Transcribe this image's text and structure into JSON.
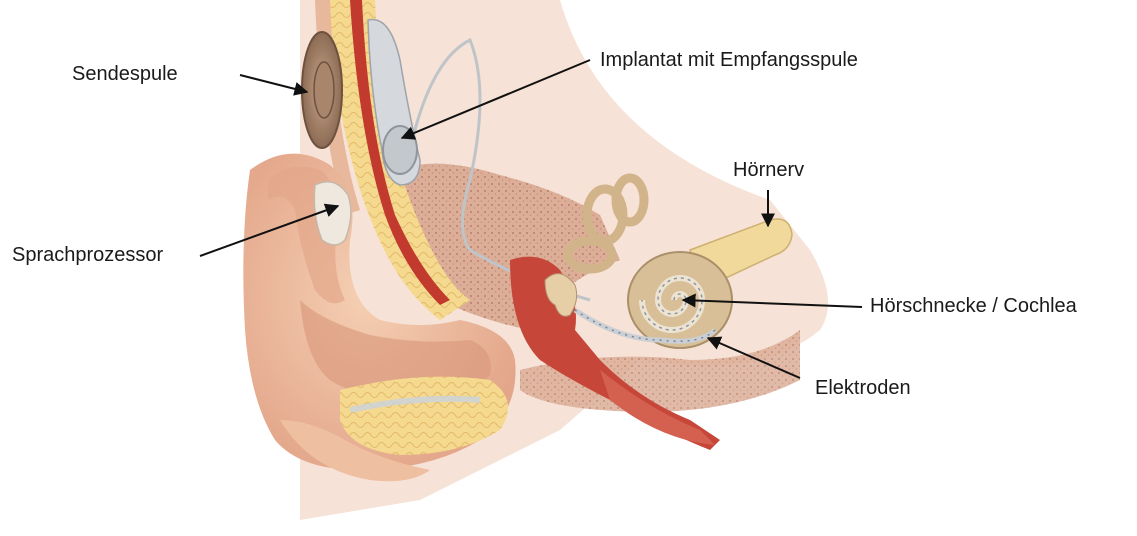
{
  "labels": {
    "sendespule": "Sendespule",
    "implantat": "Implantat mit Empfangsspule",
    "hoernerv": "Hörnerv",
    "sprachprozessor": "Sprachprozessor",
    "cochlea": "Hörschnecke / Cochlea",
    "elektroden": "Elektroden"
  },
  "colors": {
    "skin": "#f0c3a4",
    "skin_shadow": "#d9967a",
    "fat": "#f2d48a",
    "bone": "#d9ab95",
    "bone_dots": "#b77f6b",
    "muscle": "#c23a2e",
    "device": "#d5d8dc",
    "cochlea": "#d8bf97",
    "nerve": "#f0d99a",
    "leader": "#111111"
  }
}
